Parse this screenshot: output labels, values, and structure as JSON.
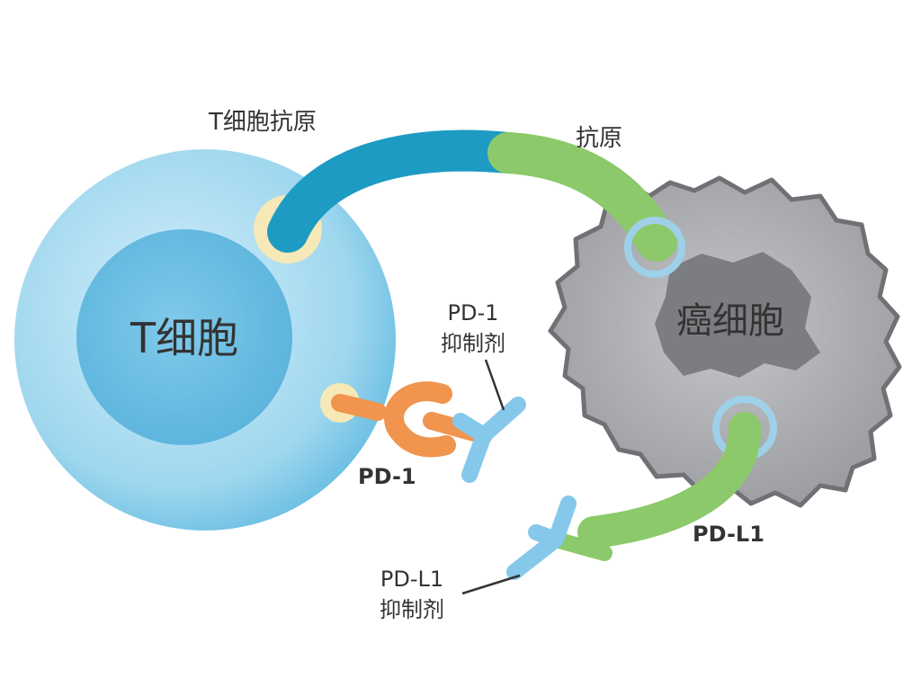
{
  "diagram": {
    "labels": {
      "t_cell_antigen_receptor": "T细胞抗原",
      "antigen": "抗原",
      "t_cell": "T细胞",
      "cancer_cell": "癌细胞",
      "pd1_inhibitor_line1": "PD-1",
      "pd1_inhibitor_line2": "抑制剂",
      "pd1": "PD-1",
      "pdl1": "PD-L1",
      "pdl1_inhibitor_line1": "PD-L1",
      "pdl1_inhibitor_line2": "抑制剂"
    },
    "colors": {
      "t_cell_outer": "#8fd0ea",
      "t_cell_inner": "#5ab5dd",
      "tcr_blue": "#1d9bc2",
      "antigen_green": "#8cc96a",
      "pd1_orange": "#f0944e",
      "antibody_blue": "#86c8ea",
      "cancer_gray": "#a8aaae",
      "nucleus_gray": "#7b7d81",
      "receptor_ring": "#f7e9b7",
      "text_label": "#333333"
    }
  }
}
